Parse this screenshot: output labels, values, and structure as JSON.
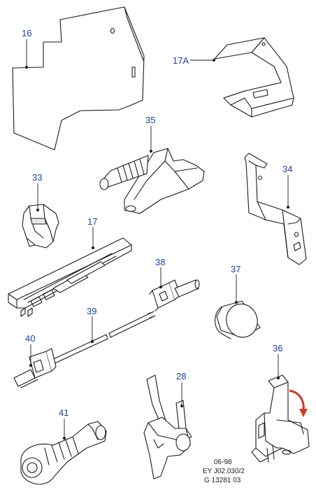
{
  "callouts": {
    "c16": "16",
    "c17A": "17A",
    "c35": "35",
    "c33": "33",
    "c34": "34",
    "c17": "17",
    "c38": "38",
    "c37": "37",
    "c39": "39",
    "c40": "40",
    "c36": "36",
    "c28": "28",
    "c41": "41"
  },
  "reference": {
    "date": "06-98",
    "code": "EY J02.030/2",
    "drawing": "G 13281 03"
  },
  "colors": {
    "callout": "#1a3fa8",
    "arrow": "#d23a1e",
    "line": "#1a1a1a"
  }
}
